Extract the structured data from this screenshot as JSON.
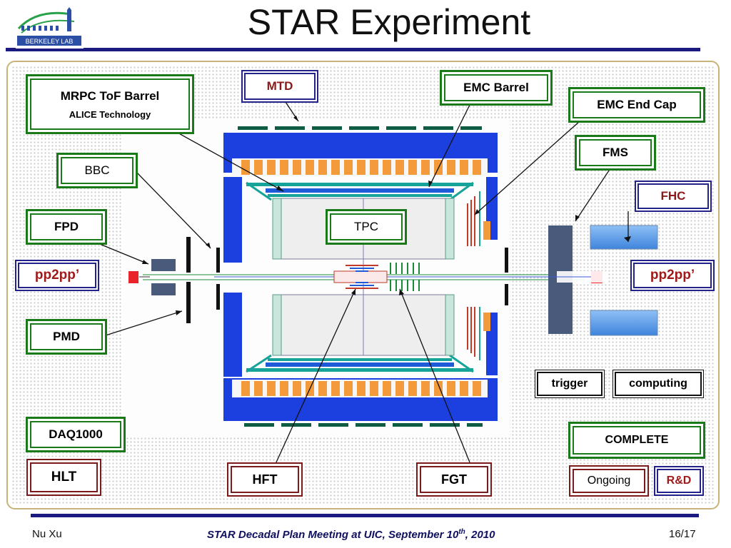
{
  "title": "STAR Experiment",
  "logo": {
    "text": "BERKELEY LAB"
  },
  "labels": {
    "mrpc_title": "MRPC ToF Barrel",
    "mrpc_sub": "ALICE Technology",
    "mtd": "MTD",
    "emc_barrel": "EMC Barrel",
    "emc_endcap": "EMC End Cap",
    "fms": "FMS",
    "bbc": "BBC",
    "fhc": "FHC",
    "fpd": "FPD",
    "tpc": "TPC",
    "pp2pp_left": "pp2pp’",
    "pp2pp_right": "pp2pp’",
    "pmd": "PMD",
    "trigger": "trigger",
    "computing": "computing",
    "daq": "DAQ1000",
    "complete": "COMPLETE",
    "hlt": "HLT",
    "hft": "HFT",
    "fgt": "FGT",
    "ongoing": "Ongoing",
    "rd": "R&D"
  },
  "footer": {
    "author": "Nu Xu",
    "meeting_prefix": "STAR Decadal Plan Meeting at UIC, September 10",
    "meeting_sup": "th",
    "meeting_suffix": ", 2010",
    "page": "16/17"
  },
  "colors": {
    "complete_green": "#1a7a1a",
    "ongoing_maroon": "#7a1a1a",
    "rd_blue": "#22228a",
    "magnet_blue": "#1c3fe0",
    "calorimeter_orange": "#f39a3a",
    "fms_slate": "#4a5a7a",
    "fhc_lightblue": "#5c9be8"
  }
}
